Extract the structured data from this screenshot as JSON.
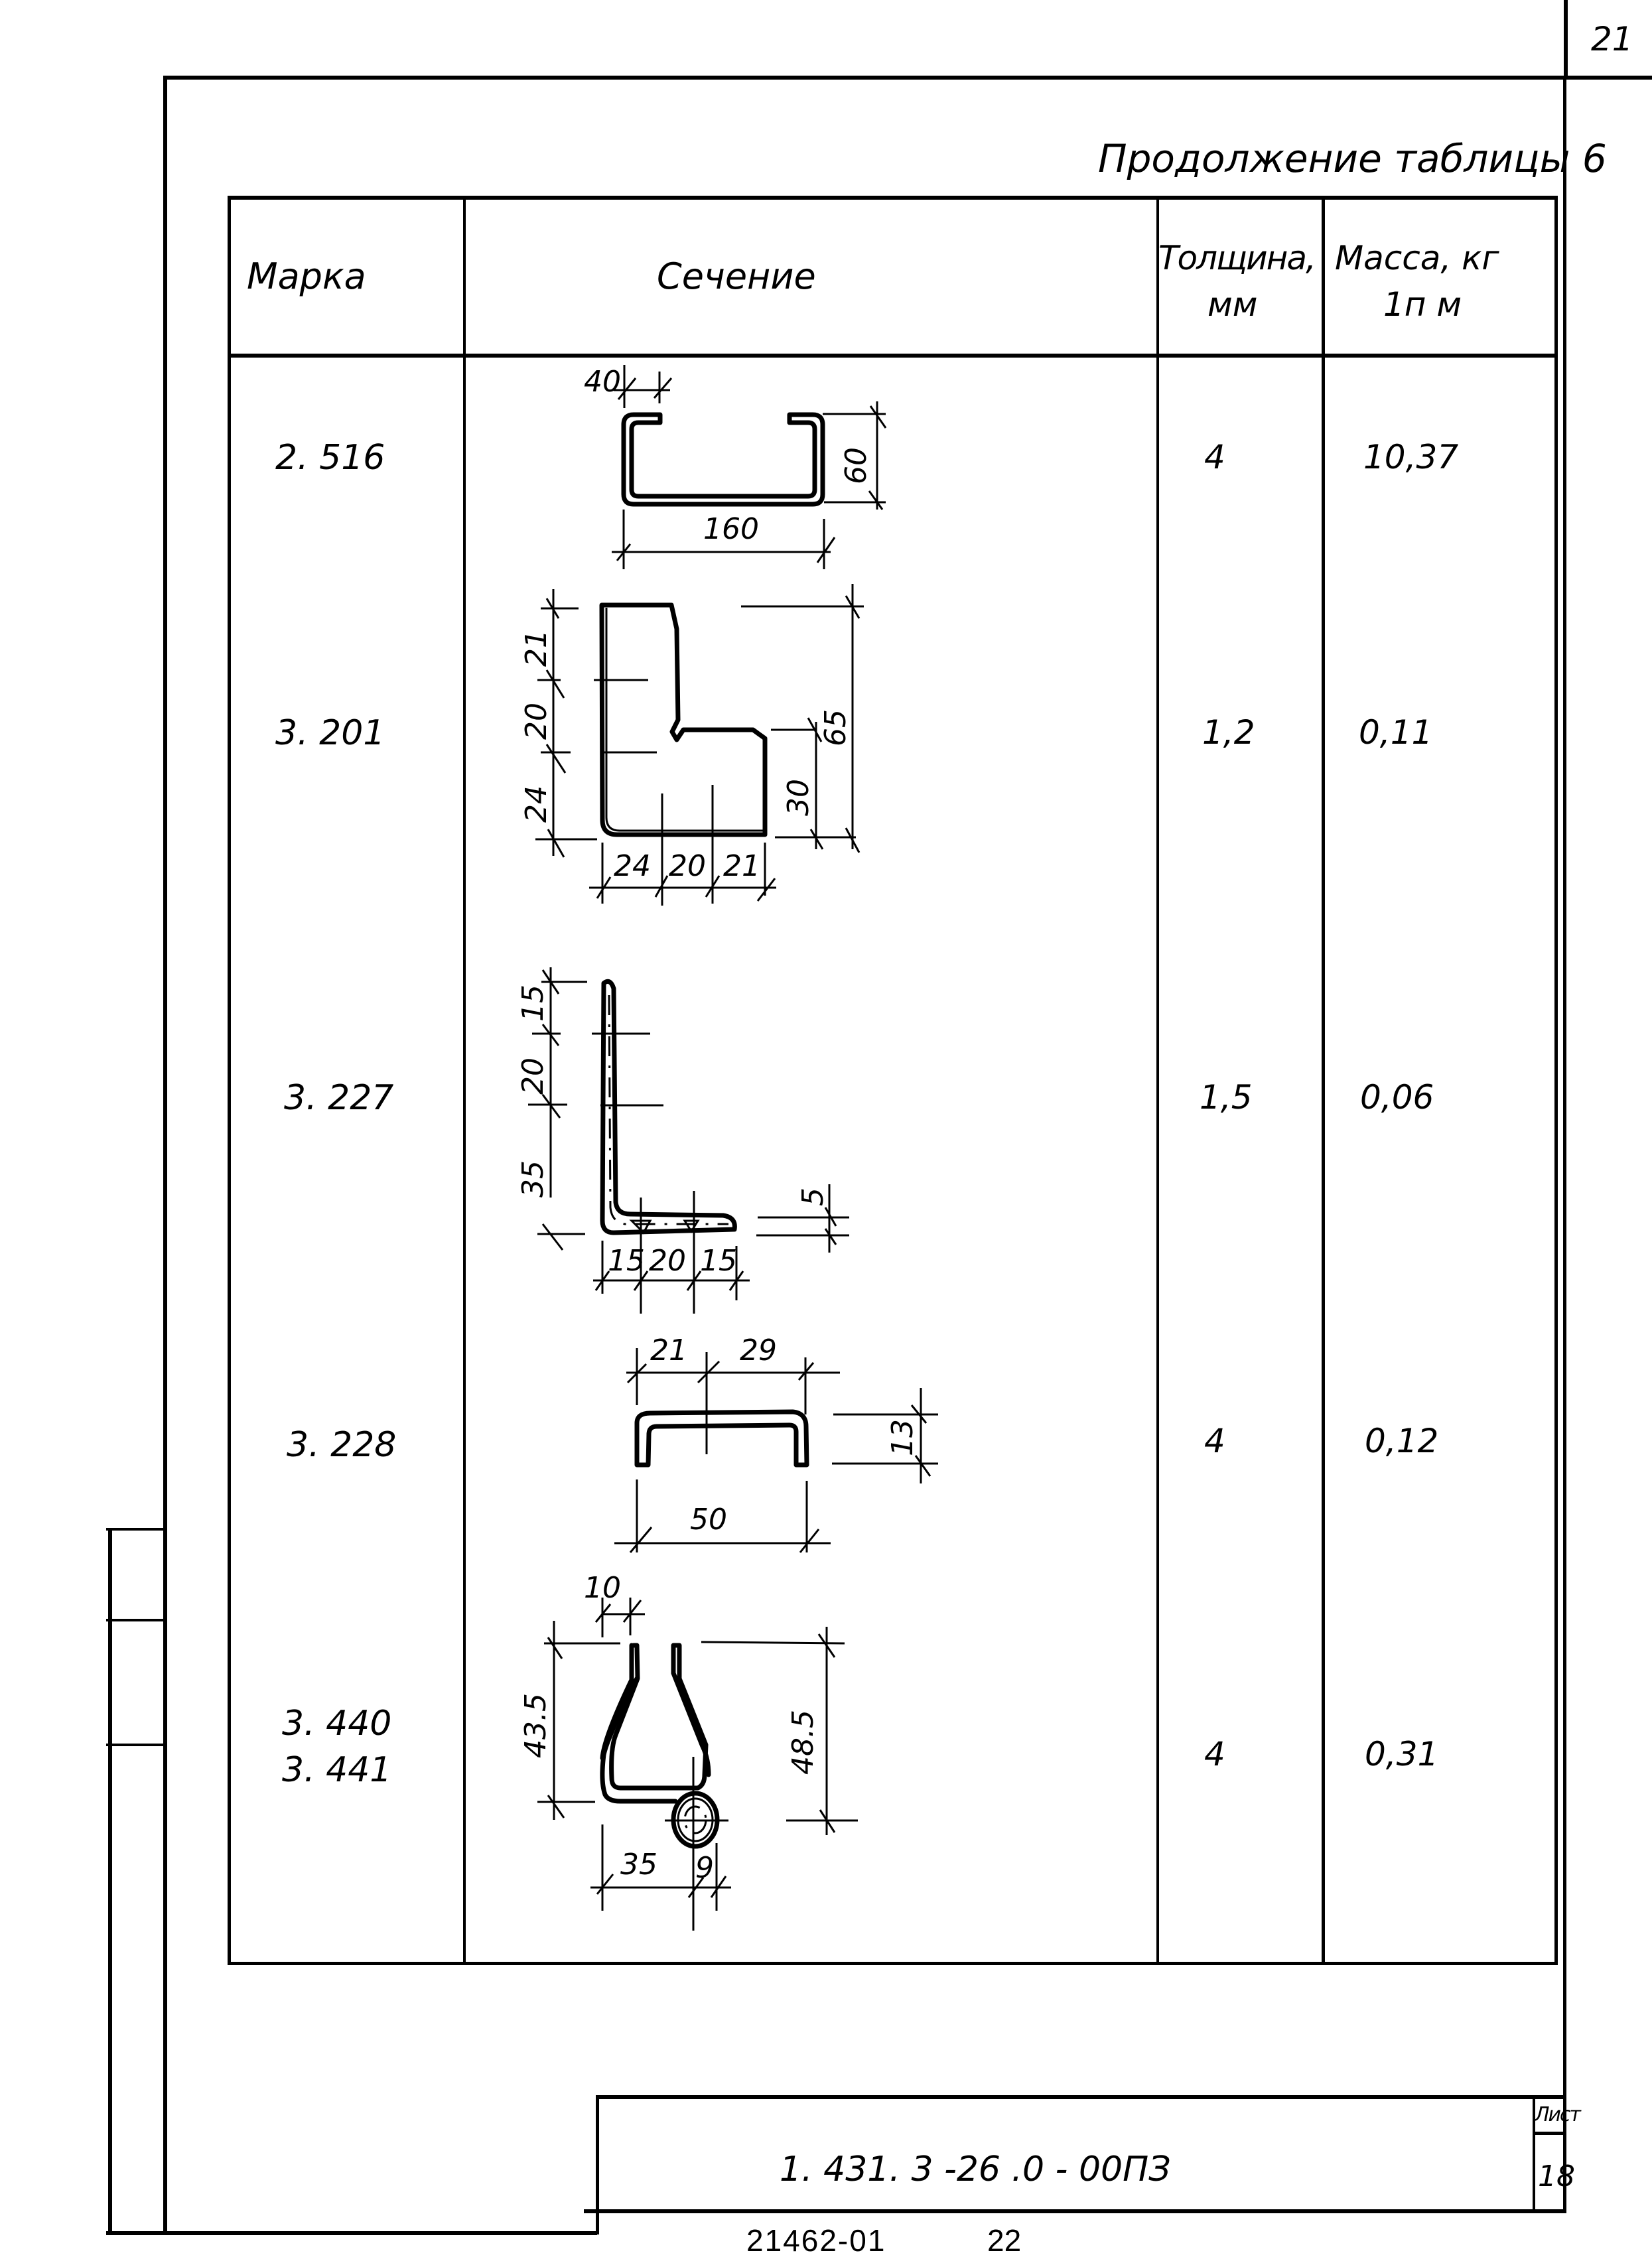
{
  "page": {
    "corner_sheet_number": "21",
    "table_caption": "Продолжение таблицы 6"
  },
  "table": {
    "headers": {
      "mark": "Марка",
      "section": "Сечение",
      "thickness_line1": "Толщина,",
      "thickness_line2": "мм",
      "mass_line1": "Масса, кг",
      "mass_line2": "1п м"
    },
    "rows": [
      {
        "mark": "2. 516",
        "mark2": "",
        "thickness": "4",
        "mass": "10,37",
        "section": {
          "shape": "c-channel-lipped",
          "dims": {
            "lip": "40",
            "height": "60",
            "width": "160"
          }
        }
      },
      {
        "mark": "3. 201",
        "mark2": "",
        "thickness": "1,2",
        "mass": "0,11",
        "section": {
          "shape": "l-plate",
          "dims": {
            "v1": "21",
            "v2": "20",
            "v3": "24",
            "h1": "24",
            "h2": "20",
            "h3": "21",
            "r1": "30",
            "r2": "65"
          }
        }
      },
      {
        "mark": "3. 227",
        "mark2": "",
        "thickness": "1,5",
        "mass": "0,06",
        "section": {
          "shape": "angle",
          "dims": {
            "v1": "15",
            "v2": "20",
            "v3": "35",
            "h1": "15",
            "h2": "20",
            "h3": "15",
            "t": "5"
          }
        }
      },
      {
        "mark": "3. 228",
        "mark2": "",
        "thickness": "4",
        "mass": "0,12",
        "section": {
          "shape": "u-channel",
          "dims": {
            "a": "21",
            "b": "29",
            "height": "13",
            "width": "50"
          }
        }
      },
      {
        "mark": "3. 440",
        "mark2": "3. 441",
        "thickness": "4",
        "mass": "0,31",
        "section": {
          "shape": "clip-with-hinge",
          "dims": {
            "gap": "10",
            "h1": "43.5",
            "h2": "48.5",
            "w": "35",
            "d": "9"
          }
        }
      }
    ]
  },
  "title_block": {
    "document_code": "1. 431. 3 -26 .0 - 00ПЗ",
    "sheet_label": "Лист",
    "sheet_number": "18"
  },
  "footer": {
    "archive_number": "21462-01",
    "page_number": "22"
  }
}
